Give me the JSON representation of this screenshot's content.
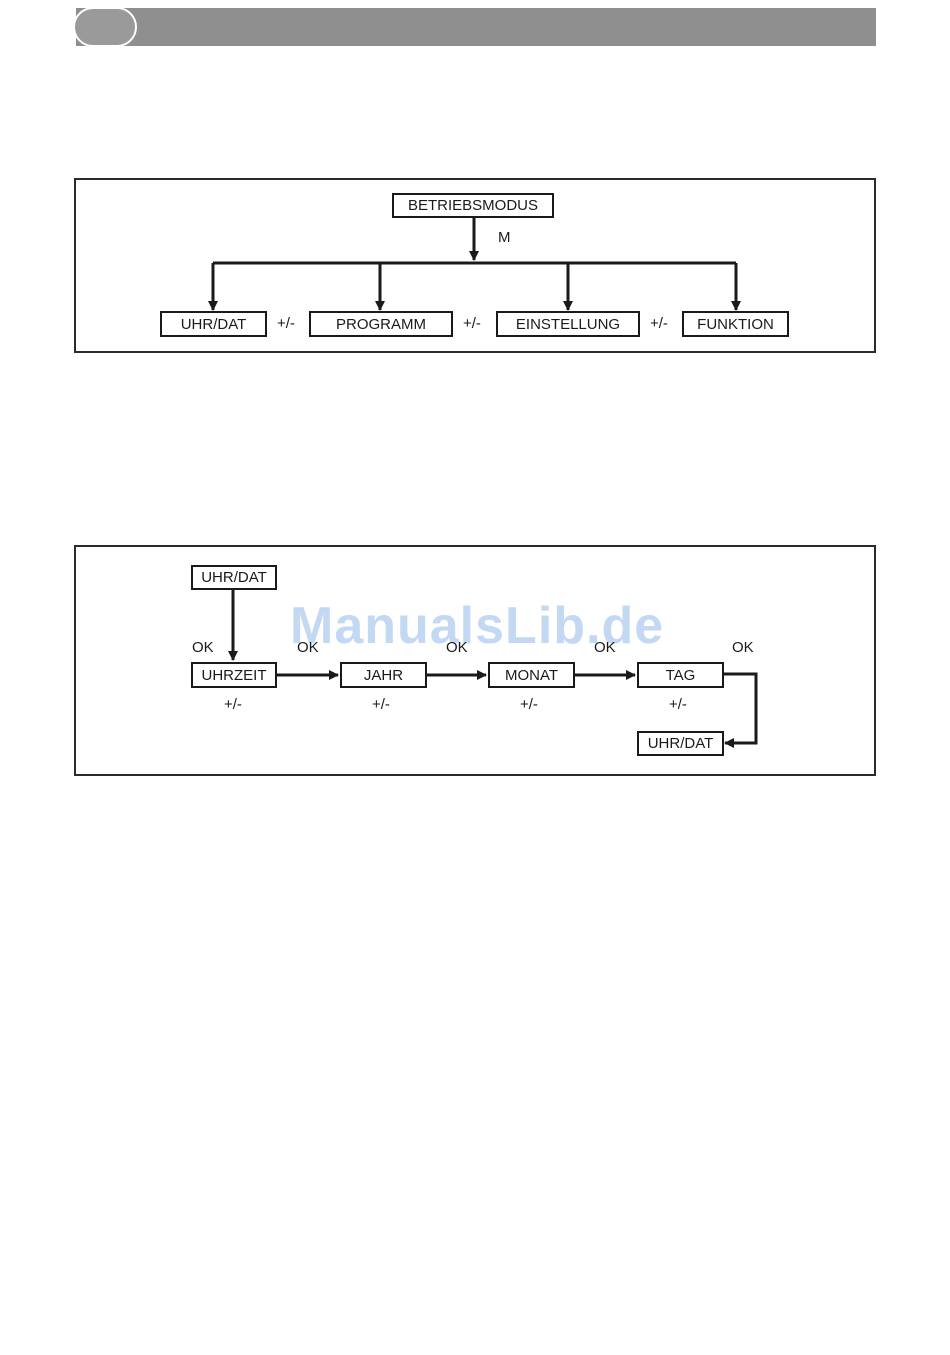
{
  "diagram1": {
    "root": "BETRIEBSMODUS",
    "edge_label": "M",
    "children": [
      "UHR/DAT",
      "PROGRAMM",
      "EINSTELLUNG",
      "FUNKTION"
    ],
    "between_label": "+/-"
  },
  "diagram2": {
    "start": "UHR/DAT",
    "steps": [
      "UHRZEIT",
      "JAHR",
      "MONAT",
      "TAG"
    ],
    "end": "UHR/DAT",
    "ok_label": "OK",
    "adjust_label": "+/-"
  },
  "watermark": "ManualsLib.de",
  "colors": {
    "header_bar": "#8f8f8f",
    "line": "#1a1a1a",
    "watermark": "#aac8ee"
  }
}
